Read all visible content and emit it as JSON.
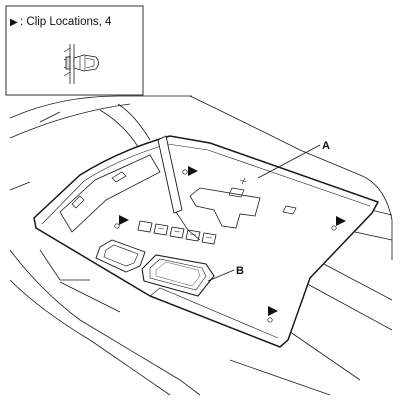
{
  "legend": {
    "symbol": "▶",
    "text": ": Clip Locations, 4"
  },
  "callouts": {
    "a": "A",
    "b": "B"
  },
  "colors": {
    "line": "#1a1a1a",
    "faint_line": "#8a8a8a",
    "background": "#ffffff"
  },
  "icons": {
    "clip": "clip-icon",
    "clip_location_marker": "clip-location-marker-icon"
  }
}
